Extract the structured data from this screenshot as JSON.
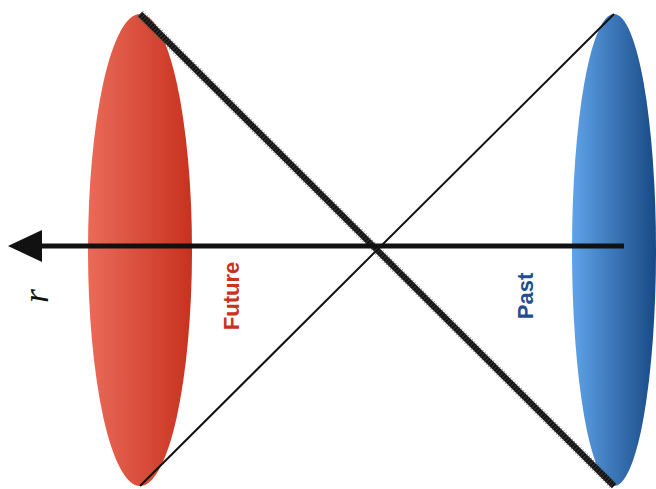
{
  "diagram": {
    "labels": [
      "r",
      "Future",
      "Past"
    ]
  }
}
